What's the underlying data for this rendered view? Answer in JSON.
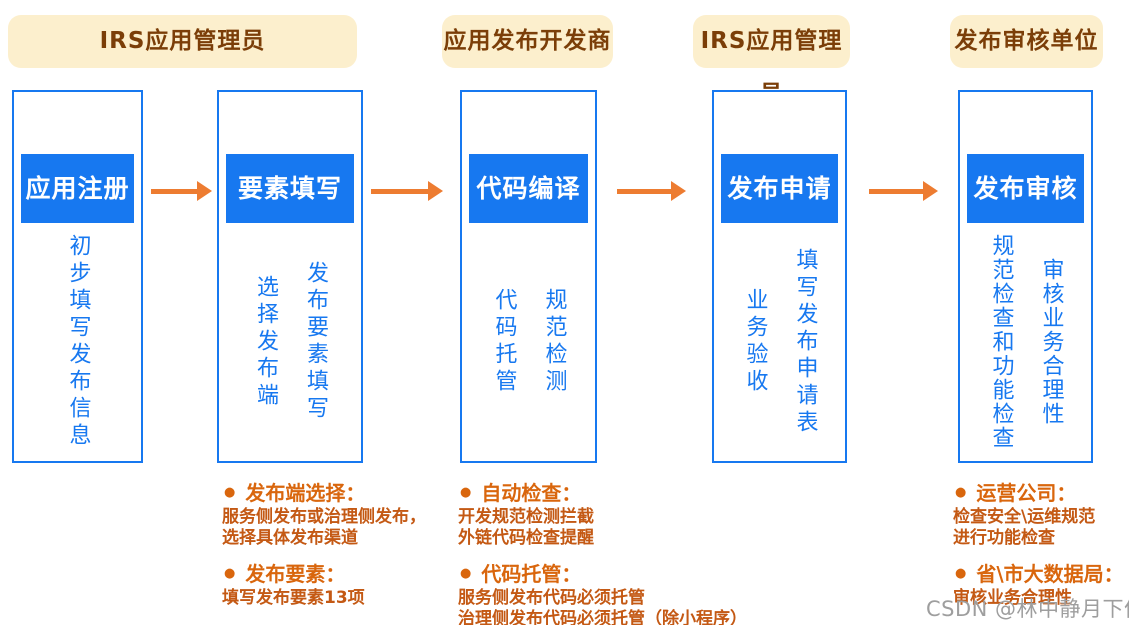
{
  "colors": {
    "accent_blue": "#1778F0",
    "pill_background": "#FCEFCD",
    "pill_text_brown": "#7B3E08",
    "arrow_orange": "#ED7C31",
    "note_heading_orange": "#D9660D",
    "note_body_orange": "#C45914",
    "watermark_gray": "#9E9E9E"
  },
  "icons": {
    "bullet": "●"
  },
  "role_headers": [
    {
      "label": "IRS应用管理员"
    },
    {
      "label": "应用发布开发商"
    },
    {
      "label": "IRS应用管理员"
    },
    {
      "label": "发布审核单位"
    }
  ],
  "stages": [
    {
      "title": "应用注册",
      "columns": [
        "初步填写发布信息"
      ]
    },
    {
      "title": "要素填写",
      "columns": [
        "选择发布端",
        "发布要素填写"
      ]
    },
    {
      "title": "代码编译",
      "columns": [
        "代码托管",
        "规范检测"
      ]
    },
    {
      "title": "发布申请",
      "columns": [
        "业务验收",
        "填写发布申请表"
      ]
    },
    {
      "title": "发布审核",
      "columns": [
        "规范检查和功能检查",
        "审核业务合理性"
      ]
    }
  ],
  "notes": [
    {
      "groups": [
        {
          "heading": "发布端选择：",
          "lines": [
            "服务侧发布或治理侧发布，",
            "选择具体发布渠道"
          ]
        },
        {
          "heading": "发布要素：",
          "lines": [
            "填写发布要素13项"
          ]
        }
      ]
    },
    {
      "groups": [
        {
          "heading": "自动检查：",
          "lines": [
            "开发规范检测拦截",
            "外链代码检查提醒"
          ]
        },
        {
          "heading": "代码托管：",
          "lines": [
            "服务侧发布代码必须托管",
            "治理侧发布代码必须托管（除小程序）"
          ]
        }
      ]
    },
    {
      "groups": [
        {
          "heading": "运营公司：",
          "lines": [
            "检查安全\\运维规范",
            "进行功能检查"
          ]
        },
        {
          "heading": "省\\市大数据局：",
          "lines": [
            "审核业务合理性"
          ]
        }
      ]
    }
  ],
  "watermark": "CSDN @林中静月下仙"
}
